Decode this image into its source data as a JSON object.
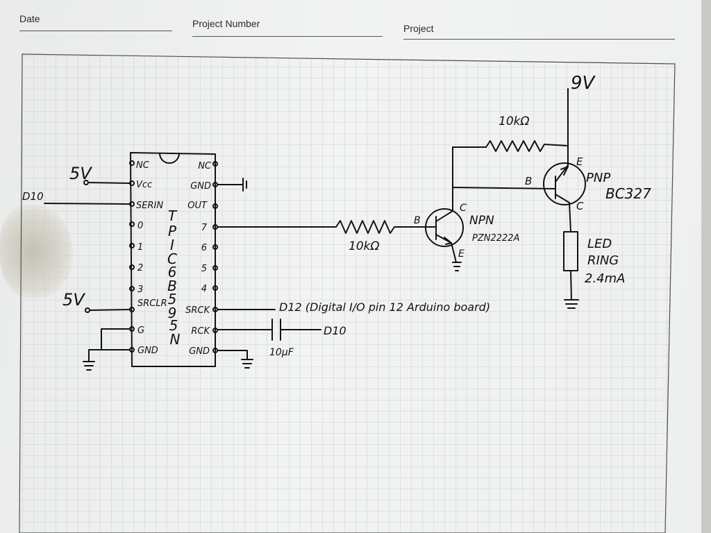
{
  "header": {
    "date_label": "Date",
    "project_number_label": "Project Number",
    "project_label": "Project"
  },
  "schematic": {
    "supply_top": "9V",
    "vcc_5v": "5V",
    "srclr_5v": "5V",
    "d10_in": "D10",
    "chip_name": "TPIC6B595N",
    "chip_letters": [
      "T",
      "P",
      "I",
      "C",
      "6",
      "B",
      "5",
      "9",
      "5",
      "N"
    ],
    "left_pins": [
      "NC",
      "Vcc",
      "SERIN",
      "0",
      "1",
      "2",
      "3",
      "SRCLR",
      "G",
      "GND"
    ],
    "right_pins": [
      "NC",
      "GND",
      "OUT",
      "7",
      "6",
      "5",
      "4",
      "SRCK",
      "RCK",
      "GND"
    ],
    "base_resistor": "10kΩ",
    "pullup_resistor": "10kΩ",
    "npn_label": "NPN",
    "npn_part": "PZN2222A",
    "pnp_label": "PNP",
    "pnp_part": "BC327",
    "pin_b": "B",
    "pin_c": "C",
    "pin_e": "E",
    "led_line1": "LED",
    "led_line2": "RING",
    "led_line3": "2.4mA",
    "d12_note": "D12 (Digital I/O pin 12 Arduino board)",
    "cap_label": "10µF",
    "d10_out": "D10"
  }
}
